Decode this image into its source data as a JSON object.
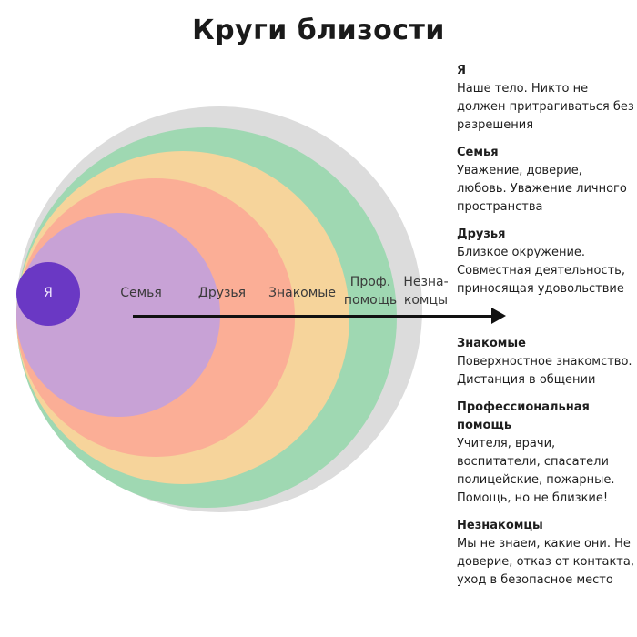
{
  "title": "Круги близости",
  "circles": {
    "me": "Я",
    "family": "Семья",
    "friends": "Друзья",
    "acquaintances": "Знакомые",
    "prof_line1": "Проф.",
    "prof_line2": "помощь",
    "strangers_line1": "Незна-",
    "strangers_line2": "комцы"
  },
  "legend": [
    {
      "heading": "Я",
      "body": "Наше тело. Никто не\nдолжен притрагиваться без\nразрешения"
    },
    {
      "heading": "Семья",
      "body": "Уважение, доверие,\nлюбовь. Уважение личного\nпространства"
    },
    {
      "heading": "Друзья",
      "body": "Близкое окружение.\nСовместная деятельность,\nприносящая удовольствие"
    },
    {
      "heading": "Знакомые",
      "body": "Поверхностное знакомство.\nДистанция в общении"
    },
    {
      "heading": "Профессиональная\nпомощь",
      "body": "Учителя, врачи,\nвоспитатели, спасатели\nполицейские, пожарные.\nПомощь, но не близкие!"
    },
    {
      "heading": "Незнакомцы",
      "body": "Мы не знаем, какие они. Не\nдоверие, отказ от контакта,\nуход в безопасное место"
    }
  ],
  "colors": {
    "me": "#6a38c4",
    "family": "#c8a2d6",
    "friends": "#fbae96",
    "acquaintances": "#f6d49b",
    "prof_help": "#9fd8b2",
    "strangers": "#dcdcdc"
  }
}
